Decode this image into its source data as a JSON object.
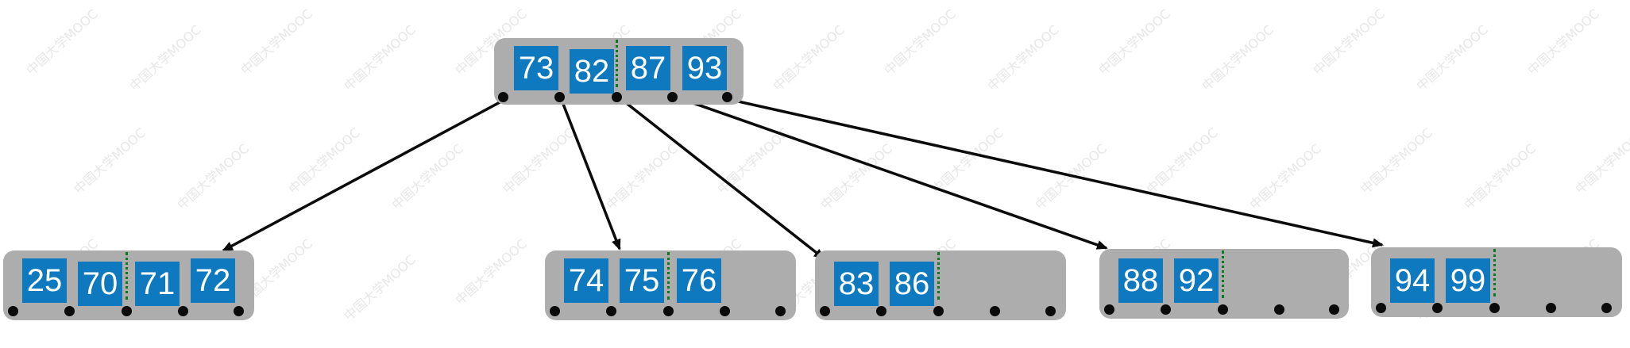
{
  "watermark_text": "中国大学MOOC",
  "colors": {
    "node_bg": "#adadad",
    "key_bg": "#0f79bf",
    "key_text": "#ffffff",
    "divider": "#0a7a20",
    "edge": "#0b0b0b"
  },
  "root": {
    "keys": [
      "73",
      "82",
      "87",
      "93"
    ]
  },
  "leaves": [
    {
      "keys": [
        "25",
        "70",
        "71",
        "72"
      ]
    },
    {
      "keys": [
        "74",
        "75",
        "76"
      ]
    },
    {
      "keys": [
        "83",
        "86"
      ]
    },
    {
      "keys": [
        "88",
        "92"
      ]
    },
    {
      "keys": [
        "94",
        "99"
      ]
    }
  ]
}
